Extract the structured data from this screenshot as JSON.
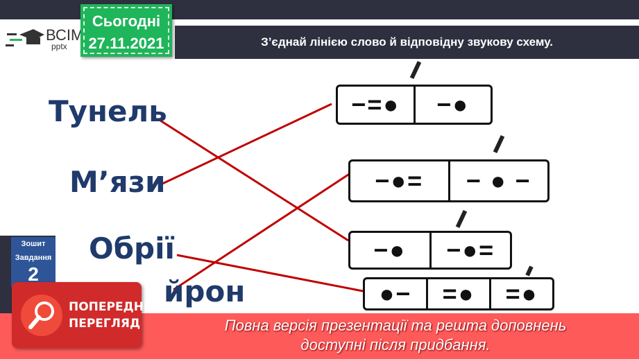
{
  "logo": {
    "brand": "ВСІМ",
    "sub": "pptx"
  },
  "date": {
    "label": "Сьогодні",
    "value": "27.11.2021"
  },
  "title": "З’єднай лінією слово й відповідну звукову схему.",
  "words": [
    "Тунель",
    "М’язи",
    "Обрії",
    "йрон"
  ],
  "schemes": [
    {
      "segments": [
        "−=●",
        "−●"
      ]
    },
    {
      "segments": [
        "−●=",
        "− ● −"
      ]
    },
    {
      "segments": [
        "−●",
        "−●="
      ]
    },
    {
      "segments": [
        "●−",
        "=●",
        "=●"
      ]
    }
  ],
  "connections": [
    [
      "Тунель",
      3
    ],
    [
      "М’язи",
      1
    ],
    [
      "Обрії",
      4
    ],
    [
      "йрон",
      2
    ]
  ],
  "line_color": "#c00000",
  "notebook": {
    "line1": "Зошит",
    "line2": "Завдання",
    "number": "2"
  },
  "preview": {
    "line1": "ПОПЕРЕДНІЙ",
    "line2": "ПЕРЕГЛЯД",
    "icon": "magnifier-icon"
  },
  "banner": {
    "line1": "Повна версія презентації та решта доповнень",
    "line2": "доступні після придбання."
  }
}
